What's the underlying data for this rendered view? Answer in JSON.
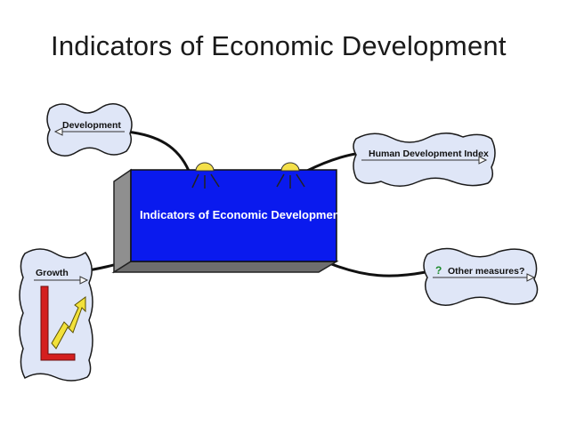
{
  "slide": {
    "title": "Indicators of Economic Development"
  },
  "diagram": {
    "center": {
      "label": "Indicators of Economic Development",
      "color": "#0a1aee"
    },
    "nodes": {
      "development": {
        "label": "Development"
      },
      "hdi": {
        "label": "Human Development Index"
      },
      "growth": {
        "label": "Growth"
      },
      "other": {
        "label": "Other measures?"
      }
    },
    "colors": {
      "card_fill": "#dfe6f7",
      "card_stroke": "#1a1a1a",
      "connector": "#111111",
      "lamp": "#f4e04a",
      "growth_arrow": "#f2e13a",
      "growth_axes": "#d41f1f",
      "question_mark": "#1e8c2e"
    },
    "icons": [
      "lightbulb-icon",
      "growth-chart-icon",
      "question-mark-icon",
      "arrow-left-icon",
      "arrow-right-icon"
    ]
  }
}
